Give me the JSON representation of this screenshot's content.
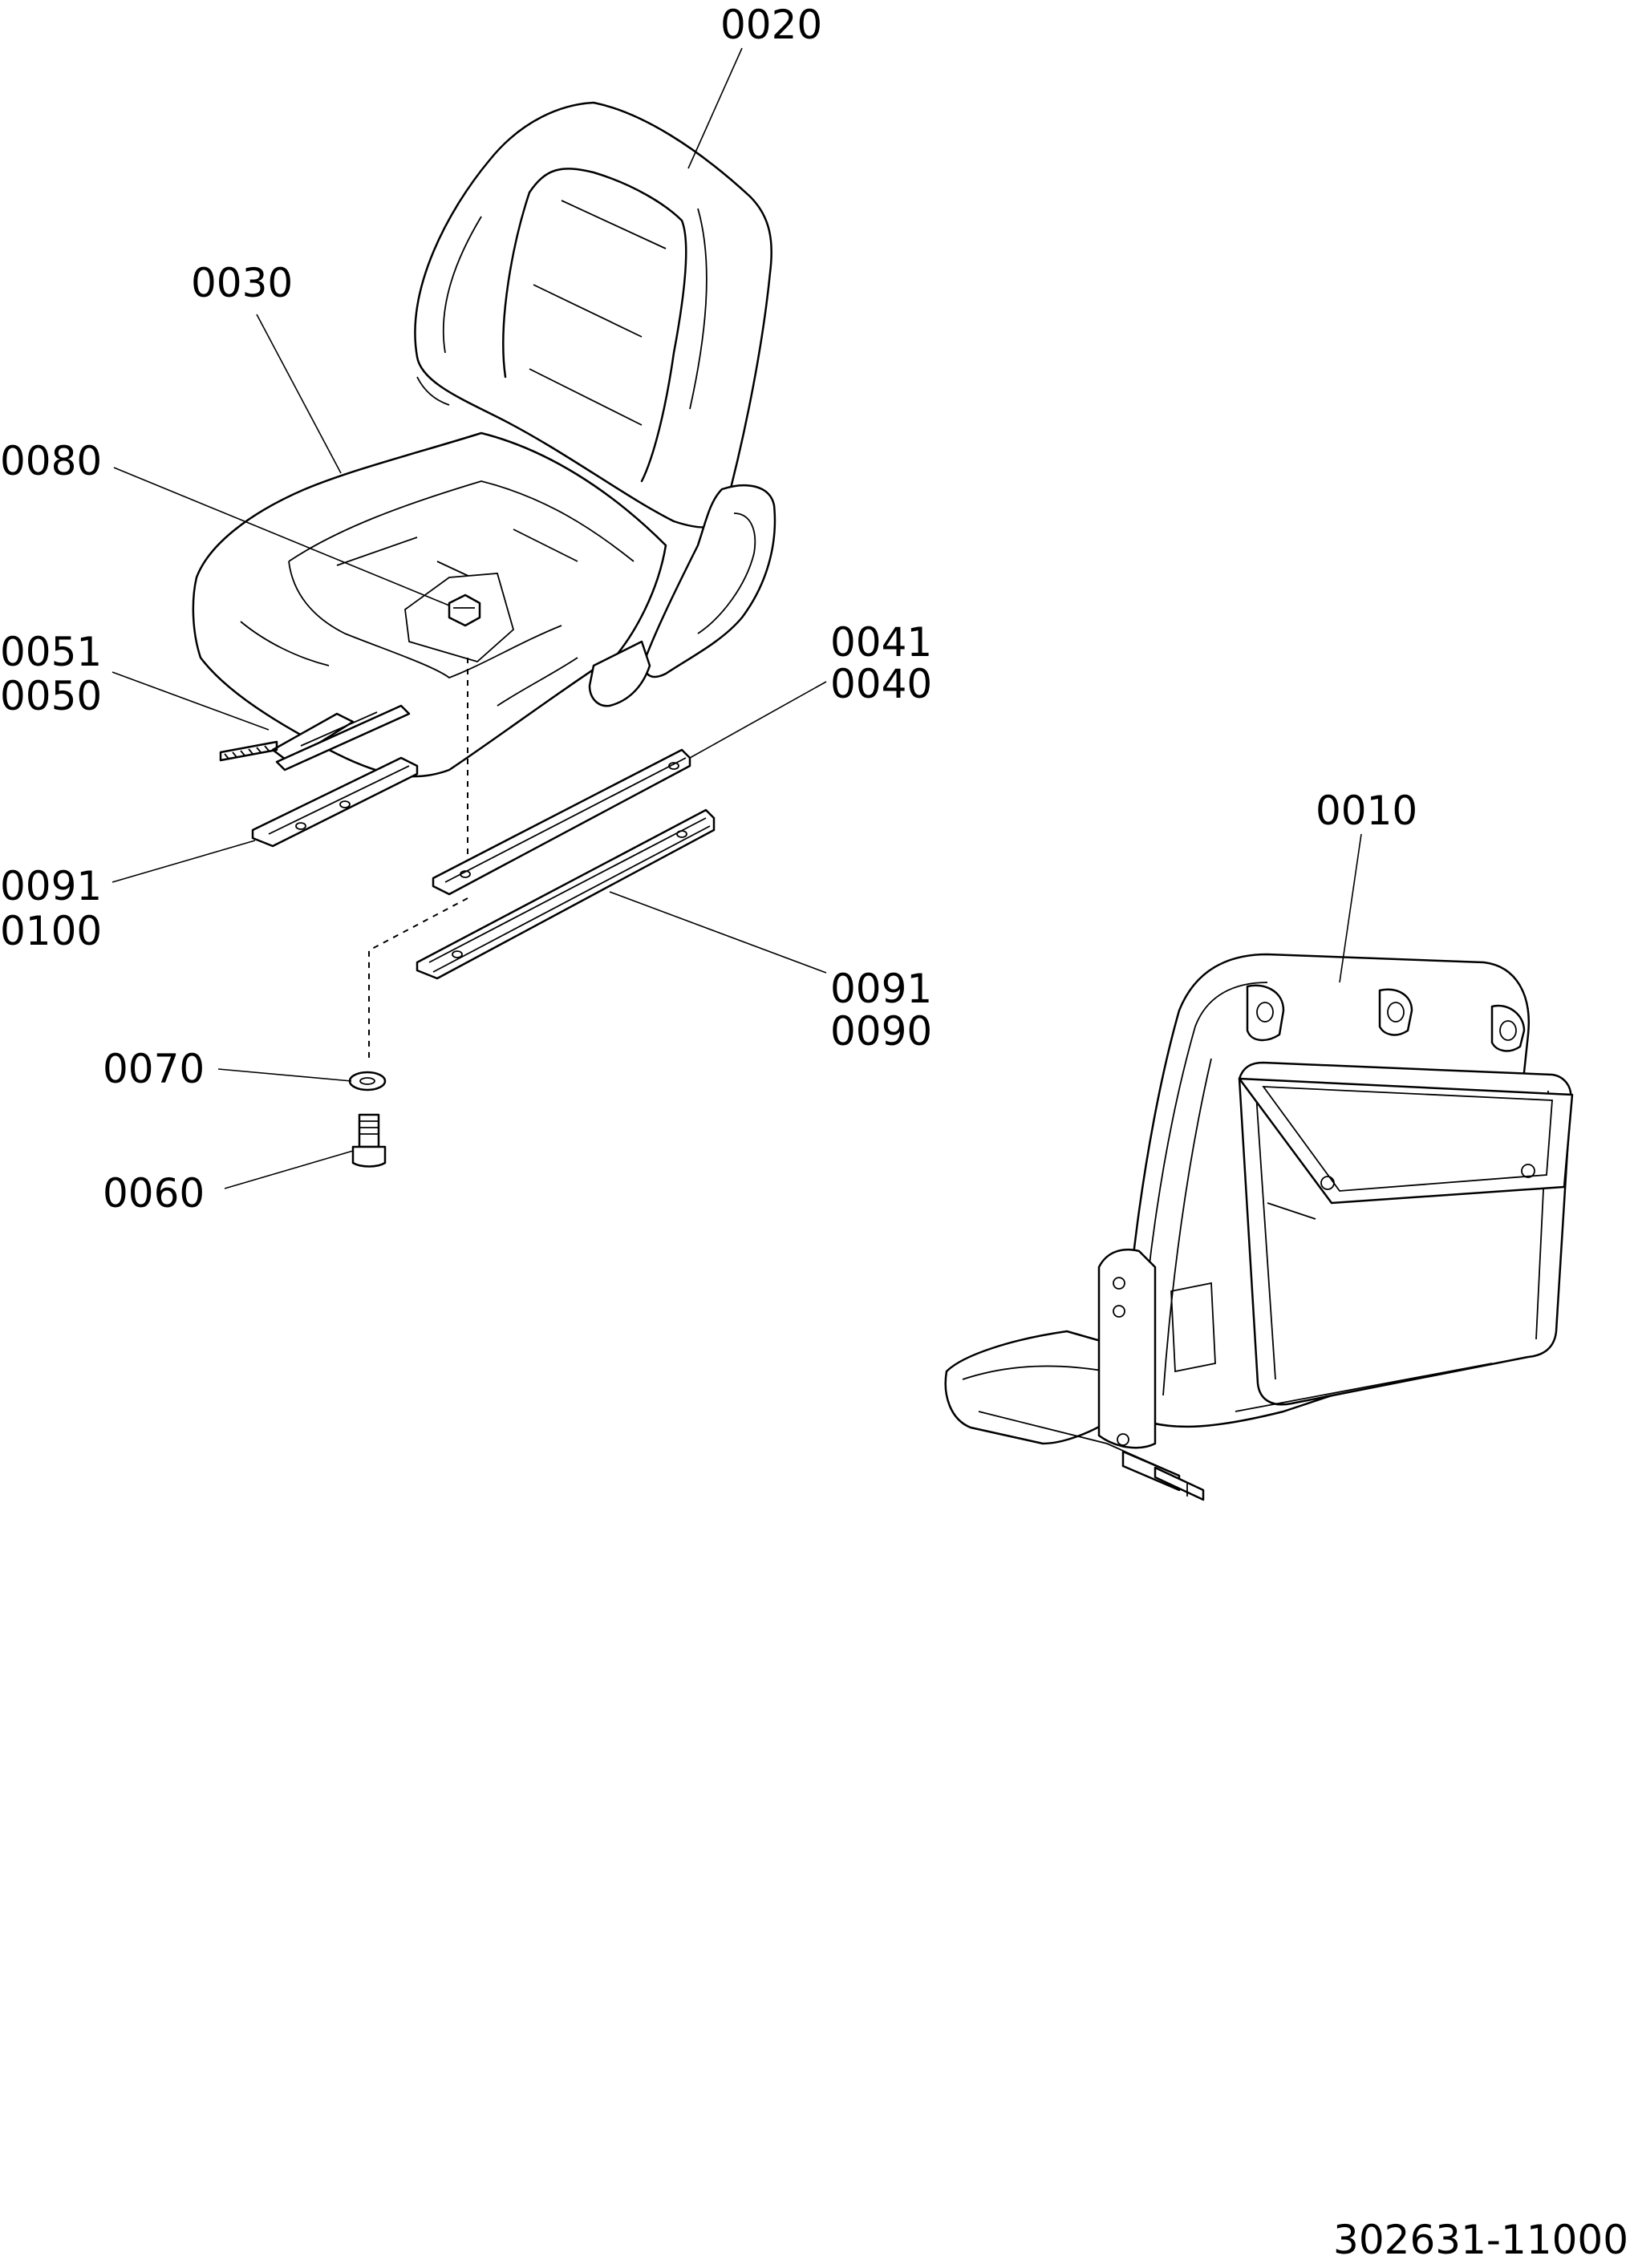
{
  "drawing_number": "302631-11000",
  "callouts": {
    "c0010": "0010",
    "c0020": "0020",
    "c0030": "0030",
    "c0040": "0040",
    "c0041": "0041",
    "c0050": "0050",
    "c0051": "0051",
    "c0060": "0060",
    "c0070": "0070",
    "c0080": "0080",
    "c0090": "0090",
    "c0091a": "0091",
    "c0091b": "0091",
    "c0100": "0100"
  }
}
